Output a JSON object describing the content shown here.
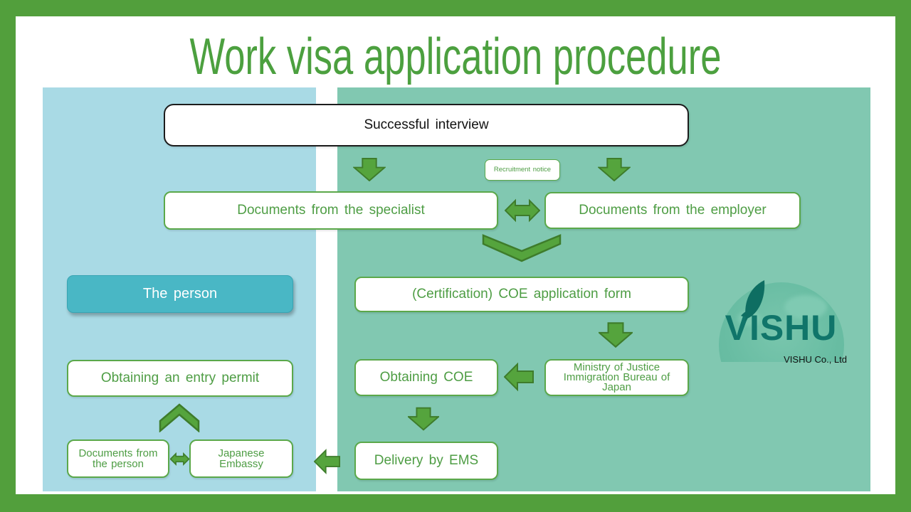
{
  "title": "Work visa application procedure",
  "nodes": {
    "successful_interview": "Successful interview",
    "recruitment_notice": "Recruitment notice",
    "documents_specialist": "Documents from the specialist",
    "documents_employer": "Documents from the employer",
    "coe_application_form": "(Certification) COE application form",
    "the_person": "The person",
    "obtaining_coe": "Obtaining COE",
    "ministry_lines": [
      "Ministry of Justice",
      "Immigration Bureau of",
      "Japan"
    ],
    "obtaining_entry_permit": "Obtaining an entry permit",
    "delivery_by_ems": "Delivery by EMS",
    "documents_person_lines": [
      "Documents from",
      "the person"
    ],
    "japanese_embassy_lines": [
      "Japanese",
      "Embassy"
    ]
  },
  "logo": {
    "brand": "VISHU",
    "company": "VISHU Co., Ltd"
  },
  "colors": {
    "frame_green": "#529F3C",
    "left_panel_blue": "#A9DAE5",
    "right_panel_teal": "#81C8B1",
    "box_border_green": "#5BA84A",
    "text_green": "#4E9D44",
    "title_green": "#4CA03F",
    "arrow_fill": "#55A43D",
    "arrow_stroke": "#3E7C2B",
    "person_teal": "#49B7C5",
    "logo_teal": "#10756A"
  }
}
